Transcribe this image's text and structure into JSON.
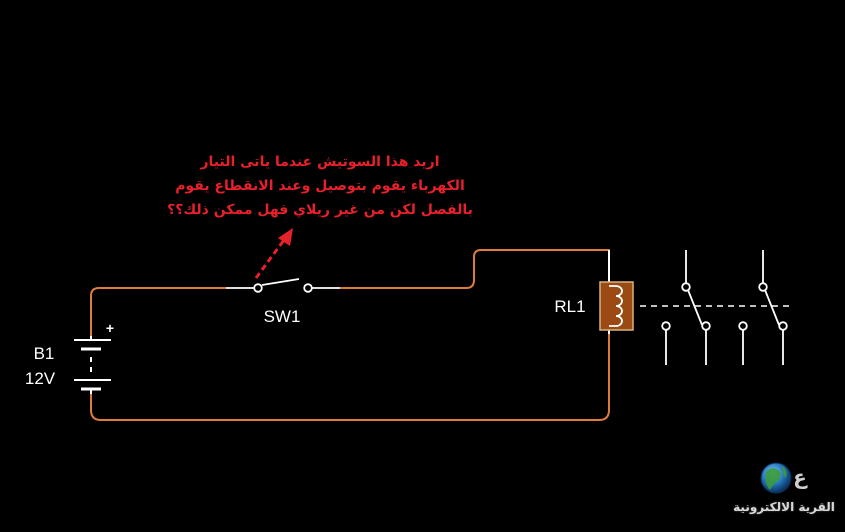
{
  "colors": {
    "background": "#000000",
    "wire": "#e07c3a",
    "component": "#ffffff",
    "coil_fill": "#9a4a12",
    "coil_border": "#d9b27a",
    "annotation": "#e8202a",
    "link": "#ffffff"
  },
  "battery": {
    "name": "B1",
    "voltage": "12V",
    "polarity_mark": "+"
  },
  "switch": {
    "name": "SW1"
  },
  "relay": {
    "name": "RL1"
  },
  "annotation": {
    "lines": [
      "اريد هذا السوتيش عندما ياتى التيار",
      "الكهرباء يقوم بتوصيل وعند الانقطاع يقوم",
      "بالفصل لكن من غير ريلاي فهل ممكن ذلك؟؟"
    ],
    "arrow_style": "dashed"
  },
  "watermark": {
    "text": "القرية الالكترونية",
    "icon": "globe-logo-icon"
  }
}
